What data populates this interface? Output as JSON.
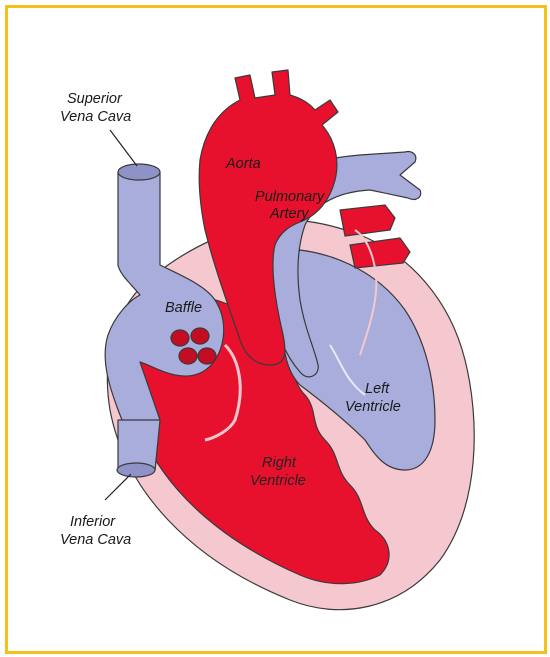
{
  "labels": {
    "svc_line1": "Superior",
    "svc_line2": "Vena Cava",
    "aorta": "Aorta",
    "pa_line1": "Pulmonary",
    "pa_line2": "Artery",
    "baffle": "Baffle",
    "lv_line1": "Left",
    "lv_line2": "Ventricle",
    "rv_line1": "Right",
    "rv_line2": "Ventricle",
    "ivc_line1": "Inferior",
    "ivc_line2": "Vena Cava"
  },
  "colors": {
    "frame": "#f2c21b",
    "oxygenated": "#e8112d",
    "deoxygenated": "#a9addb",
    "myocardium": "#f5c7cf",
    "outline": "#333333"
  }
}
